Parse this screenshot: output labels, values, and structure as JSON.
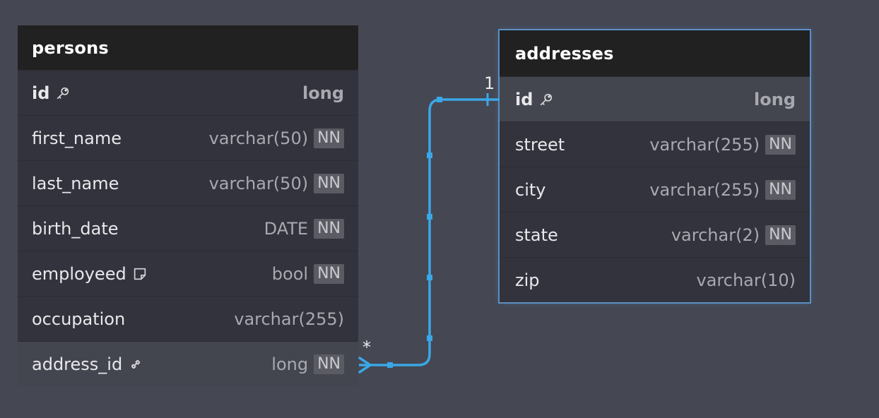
{
  "persons": {
    "title": "persons",
    "rows": [
      {
        "name": "id",
        "type": "long",
        "nn": "",
        "icon": "key-icon"
      },
      {
        "name": "first_name",
        "type": "varchar(50)",
        "nn": "NN"
      },
      {
        "name": "last_name",
        "type": "varchar(50)",
        "nn": "NN"
      },
      {
        "name": "birth_date",
        "type": "DATE",
        "nn": "NN"
      },
      {
        "name": "employeed",
        "type": "bool",
        "nn": "NN",
        "icon": "note-icon"
      },
      {
        "name": "occupation",
        "type": "varchar(255)",
        "nn": ""
      },
      {
        "name": "address_id",
        "type": "long",
        "nn": "NN",
        "icon": "link-icon"
      }
    ]
  },
  "addresses": {
    "title": "addresses",
    "rows": [
      {
        "name": "id",
        "type": "long",
        "nn": "",
        "icon": "key-icon"
      },
      {
        "name": "street",
        "type": "varchar(255)",
        "nn": "NN"
      },
      {
        "name": "city",
        "type": "varchar(255)",
        "nn": "NN"
      },
      {
        "name": "state",
        "type": "varchar(2)",
        "nn": "NN"
      },
      {
        "name": "zip",
        "type": "varchar(10)",
        "nn": ""
      }
    ]
  },
  "relation": {
    "from_cardinality": "*",
    "to_cardinality": "1",
    "color": "#3aa7e6"
  },
  "colors": {
    "canvas": "#454752",
    "table_body": "#32333c",
    "table_header": "#212121",
    "selected_border": "#5b8fc4"
  }
}
